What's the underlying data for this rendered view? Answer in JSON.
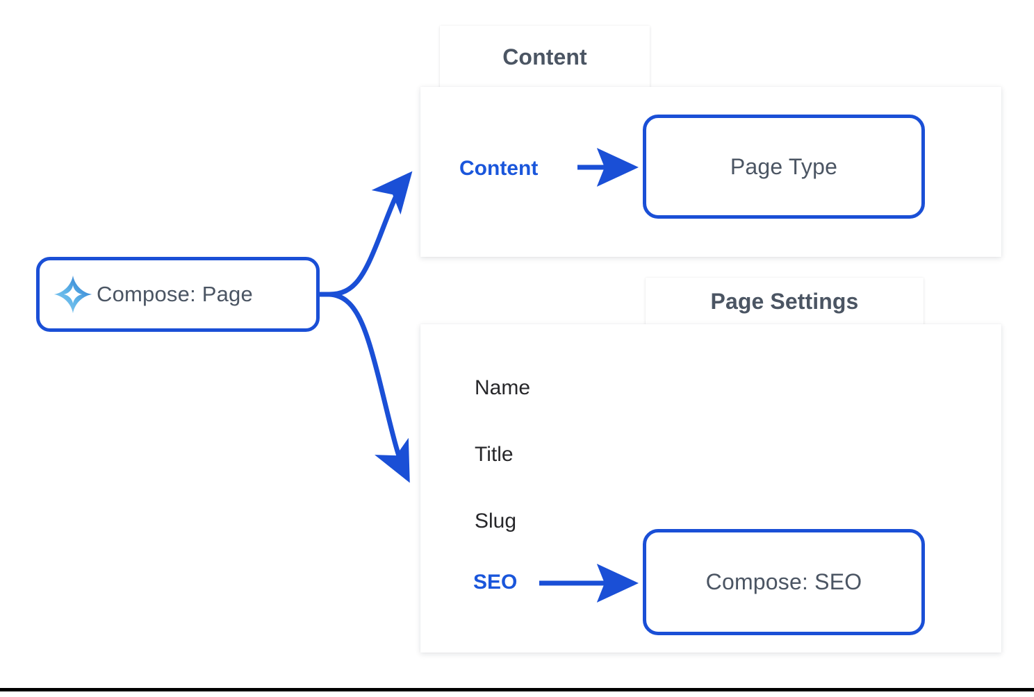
{
  "diagram": {
    "type": "flow-diagram",
    "background_color": "#ffffff",
    "accent_color": "#1a4fd6",
    "link_color": "#1a56db",
    "node_text_color": "#4b5563",
    "label_text_color": "#27272a"
  },
  "root_node": {
    "label": "Compose: Page",
    "icon": "sparkle-icon"
  },
  "panels": [
    {
      "title": "Content",
      "fields": [
        {
          "label": "Content",
          "type": "link"
        }
      ],
      "target_node": {
        "label": "Page Type"
      }
    },
    {
      "title": "Page Settings",
      "fields": [
        {
          "label": "Name",
          "type": "text"
        },
        {
          "label": "Title",
          "type": "text"
        },
        {
          "label": "Slug",
          "type": "text"
        },
        {
          "label": "SEO",
          "type": "link"
        }
      ],
      "target_node": {
        "label": "Compose: SEO"
      }
    }
  ],
  "content_panel": {
    "title": "Content",
    "link_content": "Content",
    "node_page_type": "Page Type"
  },
  "settings_panel": {
    "title": "Page Settings",
    "label_name": "Name",
    "label_title": "Title",
    "label_slug": "Slug",
    "link_seo": "SEO",
    "node_compose_seo": "Compose: SEO"
  },
  "connectors": [
    {
      "from": "Compose: Page",
      "to": "Content panel",
      "style": "curved-arrow"
    },
    {
      "from": "Compose: Page",
      "to": "Page Settings panel",
      "style": "curved-arrow"
    },
    {
      "from": "Content",
      "to": "Page Type",
      "style": "straight-arrow"
    },
    {
      "from": "SEO",
      "to": "Compose: SEO",
      "style": "straight-arrow"
    }
  ]
}
